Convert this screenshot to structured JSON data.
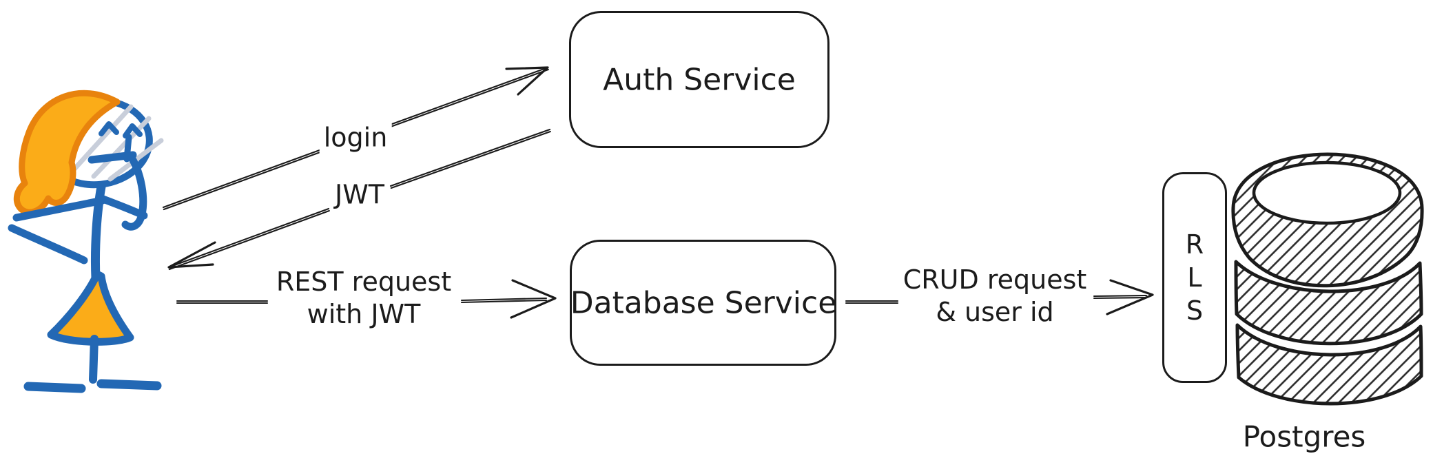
{
  "diagram": {
    "actor": {
      "icon": "stick-figure-user-icon"
    },
    "nodes": {
      "auth": {
        "label": "Auth Service"
      },
      "db": {
        "label": "Database Service"
      },
      "rls": {
        "letters": [
          "R",
          "L",
          "S"
        ]
      },
      "postgres": {
        "label": "Postgres",
        "icon": "database-cylinder-icon"
      }
    },
    "arrows": {
      "login": {
        "label": "login",
        "from": "user",
        "to": "auth"
      },
      "jwt": {
        "label": "JWT",
        "from": "auth",
        "to": "user"
      },
      "rest": {
        "line1": "REST request",
        "line2": "with JWT",
        "from": "user",
        "to": "db"
      },
      "crud": {
        "line1": "CRUD request",
        "line2": "& user id",
        "from": "db",
        "to": "rls"
      }
    },
    "colors": {
      "ink": "#1b1b1b",
      "figure_blue": "#2368b4",
      "figure_orange_fill": "#fbac18",
      "figure_orange_stroke": "#e8830d",
      "hair_strand_grey": "#c8ceda"
    }
  }
}
